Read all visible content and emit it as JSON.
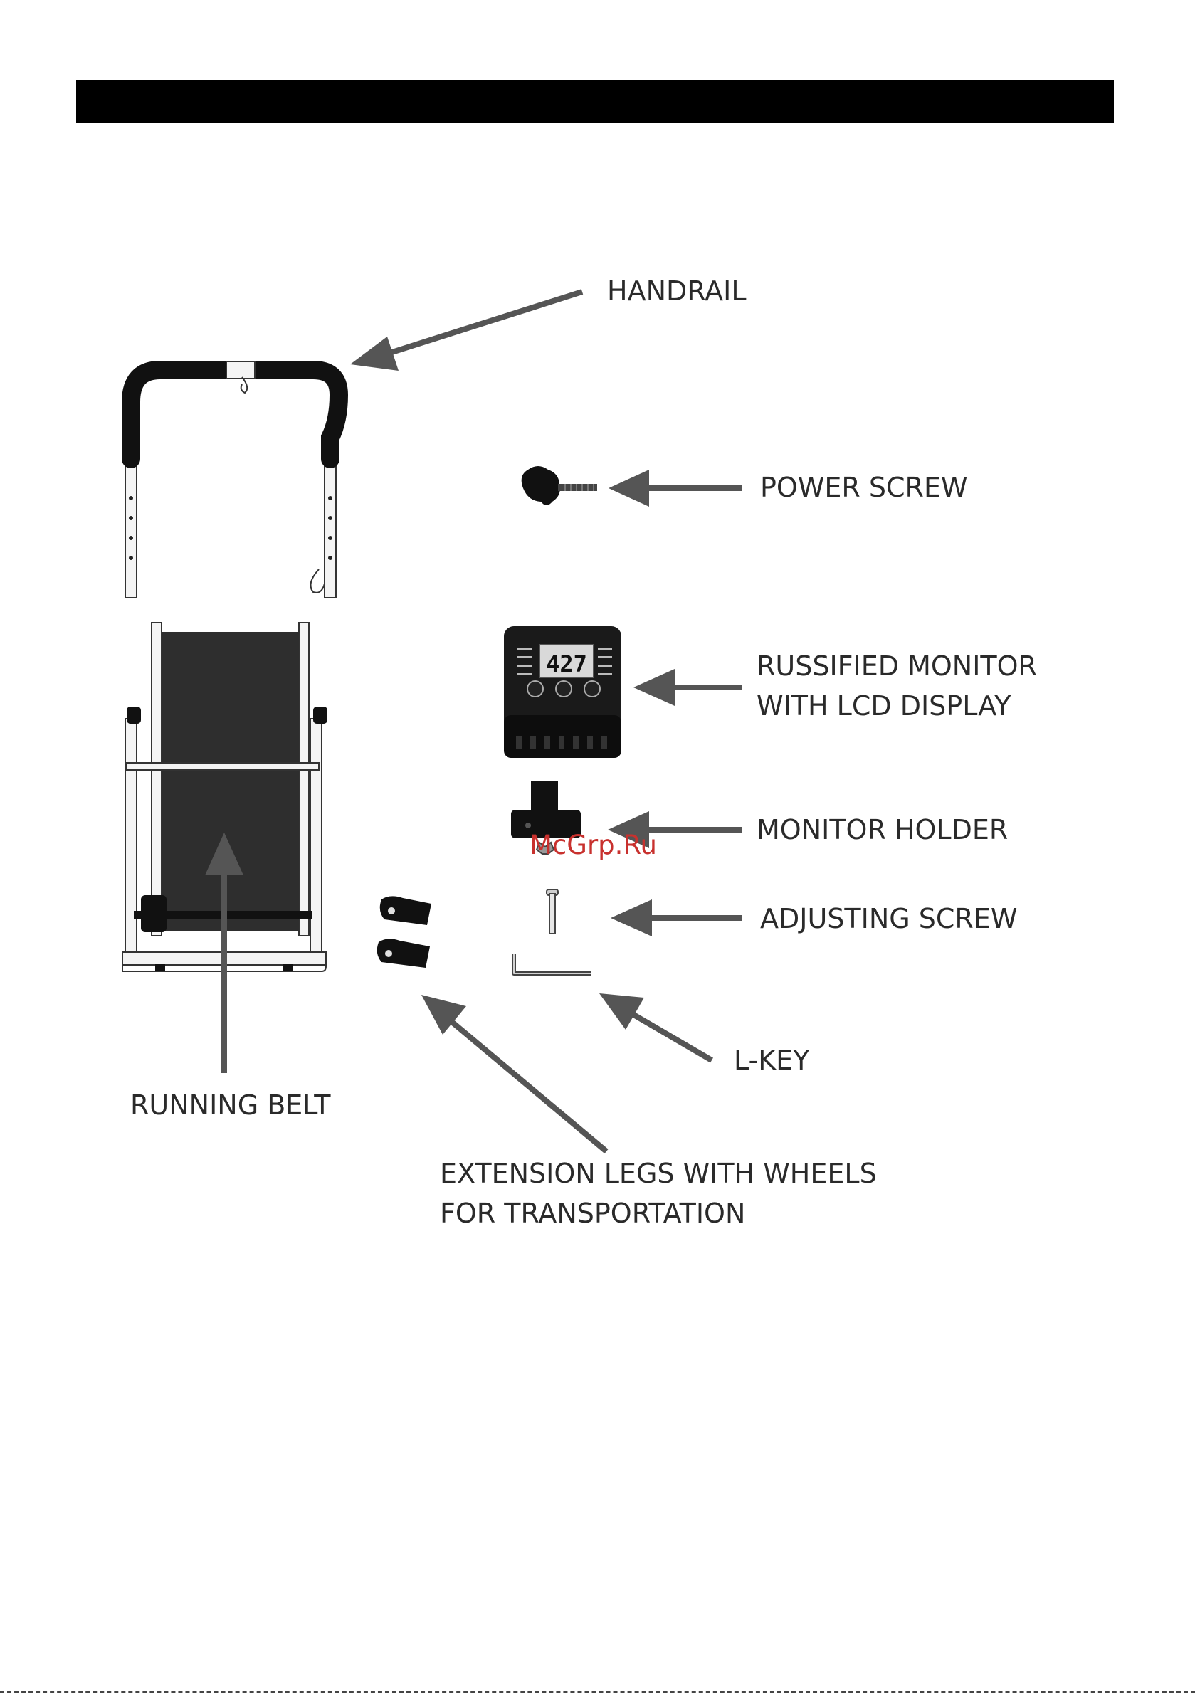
{
  "labels": {
    "handrail": "HANDRAIL",
    "power_screw": "POWER SCREW",
    "monitor_line1": "RUSSIFIED MONITOR",
    "monitor_line2": "WITH LCD DISPLAY",
    "monitor_holder": "MONITOR HOLDER",
    "adjusting_screw": "ADJUSTING SCREW",
    "l_key": "L-KEY",
    "running_belt": "RUNNING BELT",
    "extension_line1": "EXTENSION LEGS WITH WHEELS",
    "extension_line2": "FOR TRANSPORTATION"
  },
  "lcd_readout": "427",
  "watermark": "McGrp.Ru",
  "colors": {
    "header": "#000000",
    "arrow": "#555555",
    "label_text": "#2a2a2a",
    "watermark": "#c8312e"
  }
}
